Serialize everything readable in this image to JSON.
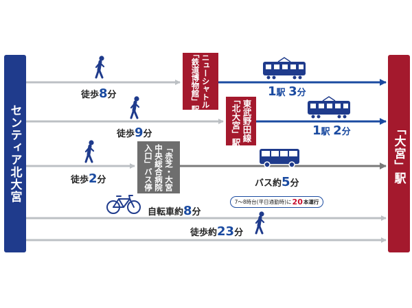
{
  "origin": "センティア北大宮",
  "destination": "「大宮」駅",
  "routes": [
    {
      "walk_label": "徒歩",
      "walk_minutes": "8",
      "walk_unit": "分",
      "via_station_lines": [
        "ニューシャトル",
        "「鉄道博物館」駅"
      ],
      "rail_stops": "1",
      "rail_stops_unit": "駅",
      "rail_minutes": "3",
      "rail_minutes_unit": "分",
      "colors": {
        "walk_arrow": "#bcc0c4",
        "rail_arrow": "#1a4aa0",
        "box": "#a4192d"
      }
    },
    {
      "walk_label": "徒歩",
      "walk_minutes": "9",
      "walk_unit": "分",
      "via_station_lines": [
        "東武野田線",
        "「北大宮」駅"
      ],
      "rail_stops": "1",
      "rail_stops_unit": "駅",
      "rail_minutes": "2",
      "rail_minutes_unit": "分",
      "colors": {
        "walk_arrow": "#bcc0c4",
        "rail_arrow": "#1a4aa0",
        "box": "#a4192d"
      }
    },
    {
      "walk_label": "徒歩",
      "walk_minutes": "2",
      "walk_unit": "分",
      "via_station_lines": [
        "「赤芝・大宮",
        "中央総合病院",
        "入口」バス停"
      ],
      "bus_label": "バス約",
      "bus_minutes": "5",
      "bus_unit": "分",
      "bus_note_prefix": "7〜8時台(平日通勤時)に",
      "bus_note_count": "20",
      "bus_note_suffix": "本運行",
      "colors": {
        "walk_arrow": "#bcc0c4",
        "bus_arrow": "#7a7a7a",
        "box": "#6e6e6e"
      }
    },
    {
      "label": "自転車約",
      "minutes": "8",
      "unit": "分",
      "colors": {
        "arrow": "#bcc0c4"
      }
    },
    {
      "label": "徒歩約",
      "minutes": "23",
      "unit": "分",
      "colors": {
        "arrow": "#bcc0c4"
      }
    }
  ],
  "colors": {
    "origin_bg": "#1f3b8c",
    "destination_bg": "#a4192d",
    "icon_blue": "#1f3b8c",
    "number_blue": "#1a4aa0",
    "note_highlight": "#c8102e"
  },
  "icons": [
    "walking-person-icon",
    "train-icon",
    "bus-icon",
    "bicycle-icon"
  ]
}
